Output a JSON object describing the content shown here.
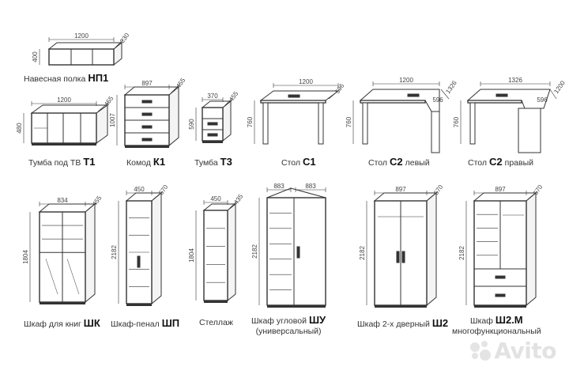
{
  "items": [
    {
      "name": "Навесная полка",
      "code": "НП1",
      "dims": {
        "w": "1200",
        "d": "230",
        "h": "400"
      }
    },
    {
      "name": "Тумба под ТВ",
      "code": "Т1",
      "dims": {
        "w": "1200",
        "d": "455",
        "h": "480"
      }
    },
    {
      "name": "Комод",
      "code": "К1",
      "dims": {
        "w": "897",
        "d": "455",
        "h": "1007"
      }
    },
    {
      "name": "Тумба",
      "code": "Т3",
      "dims": {
        "w": "370",
        "d": "455",
        "h": "590"
      }
    },
    {
      "name": "Стол",
      "code": "С1",
      "dims": {
        "w": "1200",
        "d": "596",
        "h": "760"
      }
    },
    {
      "name": "Стол",
      "code": "С2",
      "suffix": "левый",
      "dims": {
        "w": "1200",
        "d": "1326",
        "d2": "596",
        "h": "760"
      }
    },
    {
      "name": "Стол",
      "code": "С2",
      "suffix": "правый",
      "dims": {
        "w": "1326",
        "d": "1200",
        "d2": "596",
        "h": "760"
      }
    },
    {
      "name": "Шкаф для книг",
      "code": "ШК",
      "dims": {
        "w": "834",
        "d": "455",
        "h": "1804"
      }
    },
    {
      "name": "Шкаф-пенал",
      "code": "ШП",
      "dims": {
        "w": "450",
        "d": "570",
        "h": "2182"
      }
    },
    {
      "name": "Стеллаж",
      "code": "",
      "dims": {
        "w": "450",
        "d": "435",
        "h": "1804"
      }
    },
    {
      "name": "Шкаф угловой",
      "code": "ШУ",
      "subtitle": "(универсальный)",
      "dims": {
        "w": "883",
        "d": "883",
        "h": "2182"
      }
    },
    {
      "name": "Шкаф 2-х дверный",
      "code": "Ш2",
      "dims": {
        "w": "897",
        "d": "570",
        "h": "2182"
      }
    },
    {
      "name": "Шкаф",
      "code": "Ш2.М",
      "subtitle": "многофункциональный",
      "dims": {
        "w": "897",
        "d": "570",
        "h": "2182"
      }
    }
  ],
  "watermark": "Avito"
}
